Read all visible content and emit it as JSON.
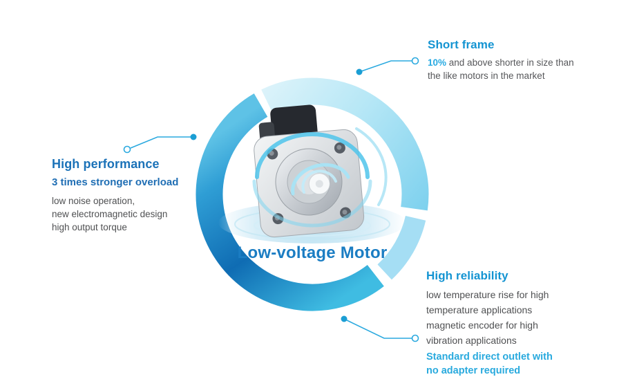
{
  "title": {
    "text": "Low-voltage Motor"
  },
  "callouts": {
    "short_frame": {
      "heading": "Short frame",
      "highlight": "10%",
      "body_rest": " and above shorter in size than the like motors in the market"
    },
    "high_performance": {
      "heading": "High performance",
      "subheading": "3 times stronger overload",
      "lines": [
        "low noise operation,",
        "new electromagnetic design",
        "high output torque"
      ]
    },
    "high_reliability": {
      "heading": "High reliability",
      "lines": [
        "low temperature rise for high",
        "temperature applications",
        "magnetic encoder for high",
        "vibration applications"
      ],
      "highlight_lines": [
        "Standard direct outlet with",
        "no adapter required"
      ]
    }
  },
  "colors": {
    "accent_cyan": "#29abe2",
    "accent_blue": "#1b75bb",
    "body_gray": "#56575a",
    "ring_light": "#d9f2fa",
    "ring_dark": "#0f6cb3"
  }
}
